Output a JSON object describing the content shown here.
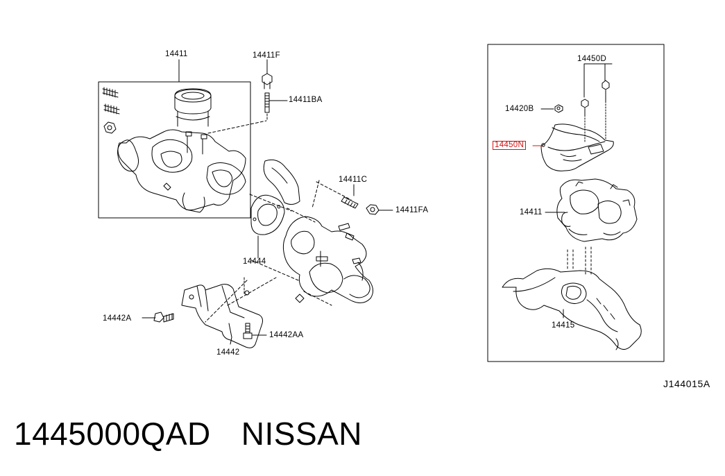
{
  "diagram": {
    "callouts": {
      "c14411_top": "14411",
      "c14411F": "14411F",
      "c14411BA": "14411BA",
      "c14411C": "14411C",
      "c14411FA": "14411FA",
      "c14444": "14444",
      "c14442A": "14442A",
      "c14442AA": "14442AA",
      "c14442": "14442",
      "c14450D": "14450D",
      "c14420B": "14420B",
      "c14450N": "14450N",
      "c14411_right": "14411",
      "c14415": "14415"
    },
    "highlight_color": "#d21414",
    "diagram_code": "J144015A"
  },
  "caption": {
    "part_number": "1445000QAD",
    "brand": "NISSAN"
  }
}
